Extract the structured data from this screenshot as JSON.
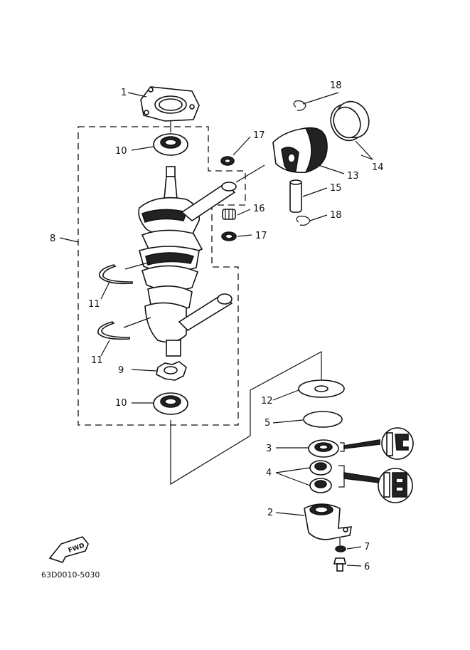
{
  "diagram": {
    "callouts": {
      "p1": "1",
      "p2": "2",
      "p3": "3",
      "p4": "4",
      "p5": "5",
      "p6": "6",
      "p7": "7",
      "p8": "8",
      "p9": "9",
      "p10a": "10",
      "p10b": "10",
      "p11a": "11",
      "p11b": "11",
      "p12": "12",
      "p13": "13",
      "p14": "14",
      "p15": "15",
      "p16": "16",
      "p17a": "17",
      "p17b": "17",
      "p18a": "18",
      "p18b": "18"
    },
    "fwd_label": "FWD",
    "drawing_code": "63D0010-5030"
  }
}
